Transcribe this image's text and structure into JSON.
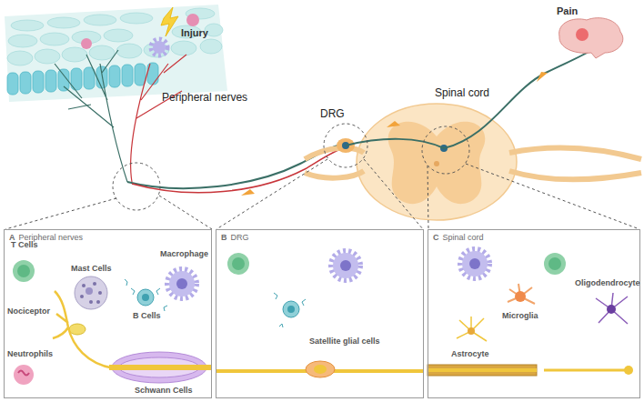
{
  "diagram": {
    "nodes": [
      {
        "text": [
          "A",
          "Peripheral nerves"
        ]
      },
      {
        "text": [
          "B",
          "DRG"
        ]
      },
      {
        "text": [
          "C",
          "Spinal cord"
        ]
      }
    ],
    "labels": [
      "Injury",
      "Pain",
      "Peripheral nerves",
      "DRG",
      "Spinal cord",
      "T Cells",
      "Mast Cells",
      "Macrophage",
      "Nociceptor",
      "B Cells",
      "Neutrophils",
      "Schwann Cells",
      "Satellite glial cells",
      "Astrocyte",
      "Microglia",
      "Oligodendrocyte"
    ]
  }
}
